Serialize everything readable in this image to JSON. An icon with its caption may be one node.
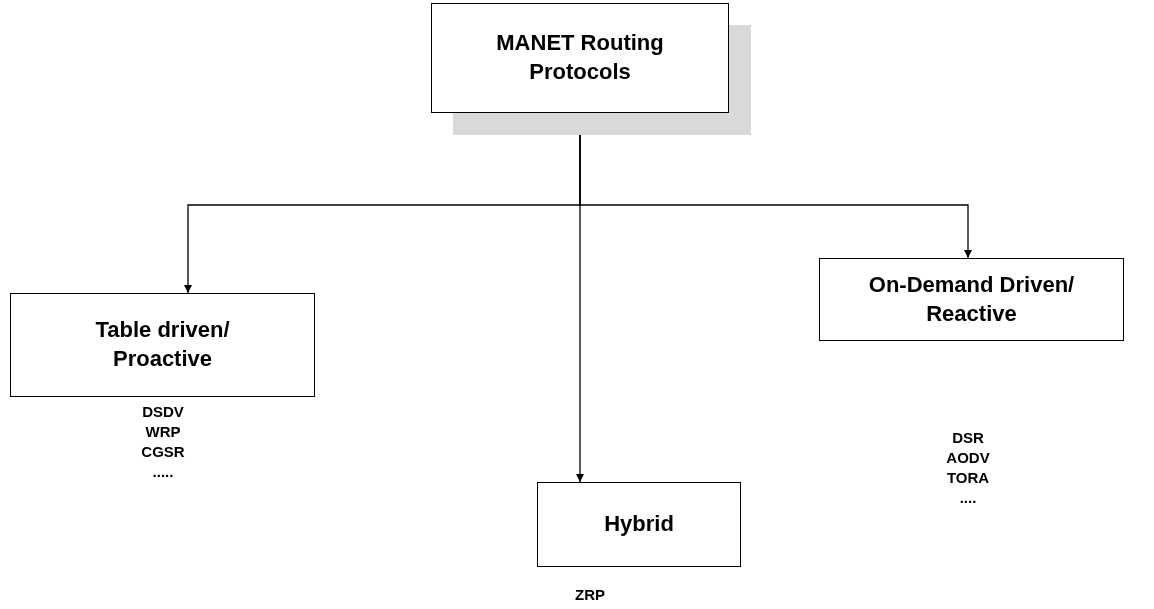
{
  "diagram": {
    "nodes": [
      {
        "text": [
          "MANET Routing Protocols"
        ]
      },
      {
        "text": [
          "Table driven/ Proactive"
        ],
        "beside": [
          "DSDV",
          "WRP",
          "CGSR",
          "....."
        ]
      },
      {
        "text": [
          "Hybrid"
        ],
        "beside": [
          "ZRP"
        ]
      },
      {
        "text": [
          "On-Demand Driven/ Reactive"
        ],
        "beside": [
          "DSR",
          "AODV",
          "TORA",
          "...."
        ]
      }
    ],
    "edges": [
      {
        "from": 0,
        "to": 1,
        "arrow": "to"
      },
      {
        "from": 0,
        "to": 2,
        "arrow": "to"
      },
      {
        "from": 0,
        "to": 3,
        "arrow": "to"
      }
    ]
  }
}
